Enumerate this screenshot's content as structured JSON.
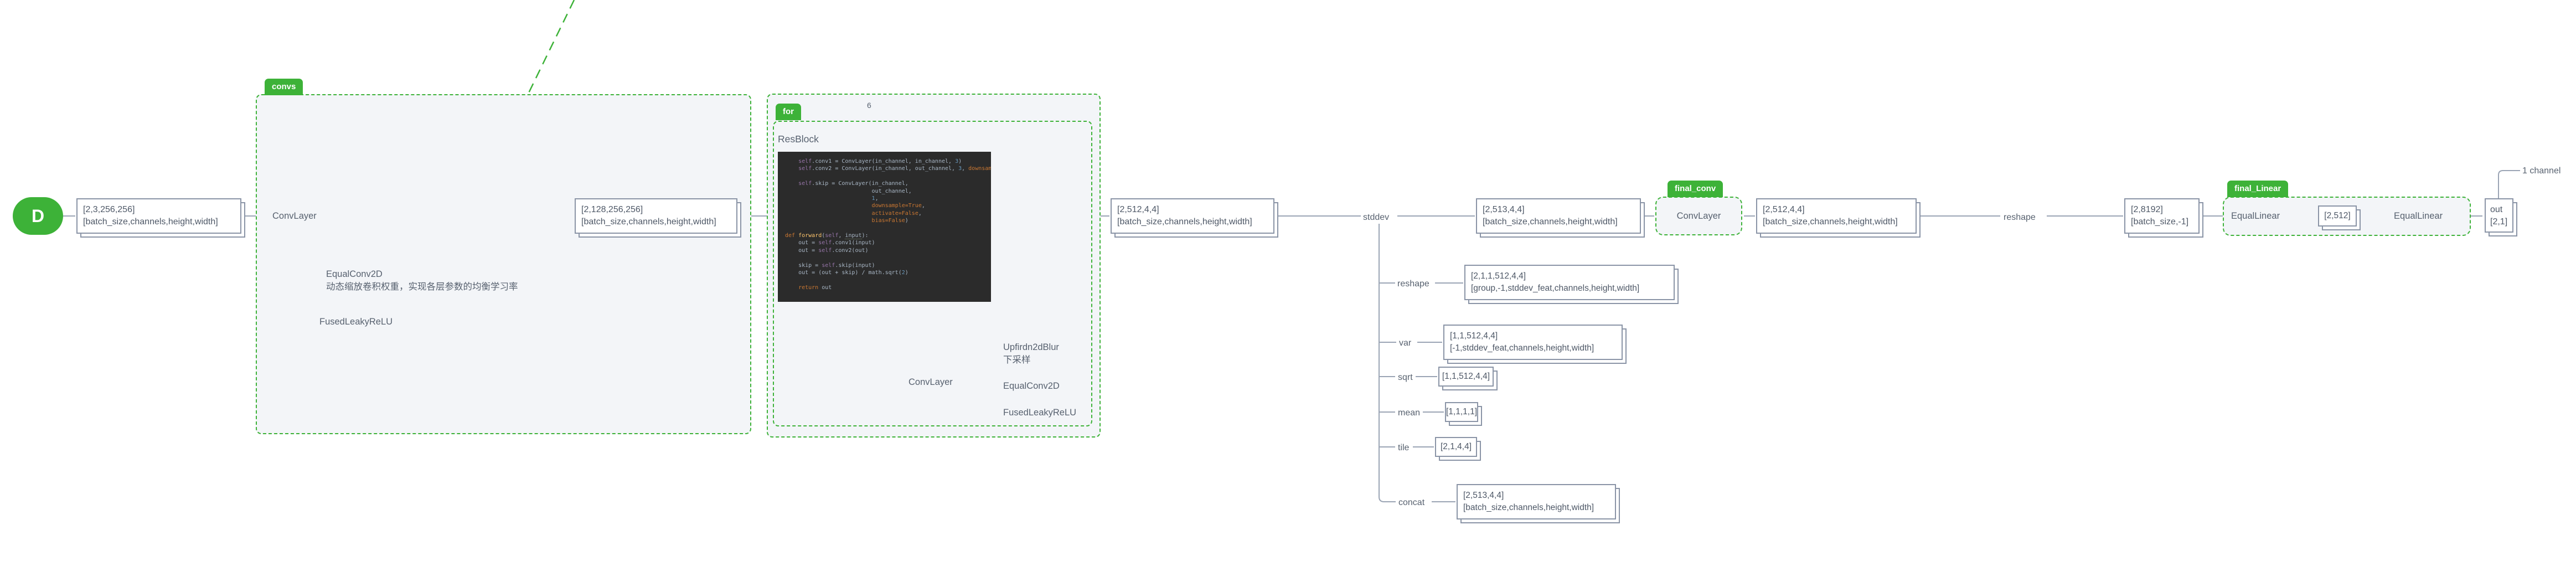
{
  "root": {
    "label": "D"
  },
  "shapes": {
    "input": {
      "dims": "[2,3,256,256]",
      "desc": "[batch_size,channels,height,width]"
    },
    "convs_out": {
      "dims": "[2,128,256,256]",
      "desc": "[batch_size,channels,height,width]"
    },
    "resblock_out": {
      "dims": "[2,512,4,4]",
      "desc": "[batch_size,channels,height,width]"
    },
    "stddev_out": {
      "dims": "[2,513,4,4]",
      "desc": "[batch_size,channels,height,width]"
    },
    "final_conv_out": {
      "dims": "[2,512,4,4]",
      "desc": "[batch_size,channels,height,width]"
    },
    "flatten_out": {
      "dims": "[2,8192]",
      "desc": "[batch_size,-1]"
    },
    "linear_mid": {
      "dims": "[2,512]"
    },
    "out": {
      "title": "out",
      "dims": "[2,1]"
    }
  },
  "groups": {
    "convs": {
      "tag": "convs",
      "conv_layer": "ConvLayer",
      "equal_conv": "EqualConv2D",
      "equal_conv_note": "动态缩放卷积权重，实现各层参数的均衡学习率",
      "fused": "FusedLeakyReLU"
    },
    "for": {
      "tag": "for",
      "loop_count": "6",
      "block_title": "ResBlock",
      "conv_layer": "ConvLayer",
      "blur": "Upfirdn2dBlur",
      "blur_note": "下采样",
      "equal_conv": "EqualConv2D",
      "fused": "FusedLeakyReLU"
    },
    "final_conv": {
      "tag": "final_conv",
      "conv_layer": "ConvLayer"
    },
    "final_linear": {
      "tag": "final_Linear",
      "linear1": "EqualLinear",
      "linear2": "EqualLinear"
    }
  },
  "ops": {
    "stddev": "stddev",
    "reshape": "reshape",
    "out_note": "1 channel",
    "branches": [
      {
        "label": "reshape",
        "dims": "[2,1,1,512,4,4]",
        "desc": "[group,-1,stddev_feat,channels,height,width]"
      },
      {
        "label": "var",
        "dims": "[1,1,512,4,4]",
        "desc": "[-1,stddev_feat,channels,height,width]"
      },
      {
        "label": "sqrt",
        "dims": "[1,1,512,4,4]"
      },
      {
        "label": "mean",
        "dims": "[1,1,1,1]"
      },
      {
        "label": "tile",
        "dims": "[2,1,4,4]"
      },
      {
        "label": "concat",
        "dims": "[2,513,4,4]",
        "desc": "[batch_size,channels,height,width]"
      }
    ]
  },
  "code": {
    "lines": [
      [
        [
          "    self",
          "p"
        ],
        [
          ".conv1 = ConvLayer(in_channel, in_channel, ",
          "d"
        ],
        [
          "3",
          "n"
        ],
        [
          ")",
          "d"
        ]
      ],
      [
        [
          "    self",
          "p"
        ],
        [
          ".conv2 = ConvLayer(in_channel, out_channel, ",
          "d"
        ],
        [
          "3",
          "n"
        ],
        [
          ", ",
          "d"
        ],
        [
          "downsample=True",
          "o"
        ],
        [
          ")",
          "d"
        ]
      ],
      [],
      [
        [
          "    self",
          "p"
        ],
        [
          ".skip = ConvLayer(in_channel,",
          "d"
        ]
      ],
      [
        [
          "                          out_channel,",
          "d"
        ]
      ],
      [
        [
          "                          ",
          "d"
        ],
        [
          "1",
          "n"
        ],
        [
          ",",
          "d"
        ]
      ],
      [
        [
          "                          ",
          "d"
        ],
        [
          "downsample=True",
          "o"
        ],
        [
          ",",
          "d"
        ]
      ],
      [
        [
          "                          ",
          "d"
        ],
        [
          "activate=False",
          "o"
        ],
        [
          ",",
          "d"
        ]
      ],
      [
        [
          "                          ",
          "d"
        ],
        [
          "bias=False",
          "o"
        ],
        [
          ")",
          "d"
        ]
      ],
      [],
      [
        [
          "def ",
          "o"
        ],
        [
          "forward",
          "y"
        ],
        [
          "(",
          "d"
        ],
        [
          "self",
          "p"
        ],
        [
          ", ",
          "d"
        ],
        [
          "input",
          "u"
        ],
        [
          "):",
          "d"
        ]
      ],
      [
        [
          "    out = ",
          "d"
        ],
        [
          "self",
          "p"
        ],
        [
          ".conv1(input)",
          "d"
        ]
      ],
      [
        [
          "    out = ",
          "d"
        ],
        [
          "self",
          "p"
        ],
        [
          ".conv2(out)",
          "d"
        ]
      ],
      [],
      [
        [
          "    skip = ",
          "d"
        ],
        [
          "self",
          "p"
        ],
        [
          ".skip(input)",
          "d"
        ]
      ],
      [
        [
          "    out = (out + skip) / math.sqrt(",
          "d"
        ],
        [
          "2",
          "n"
        ],
        [
          ")",
          "d"
        ]
      ],
      [],
      [
        [
          "    return",
          "o"
        ],
        [
          " out",
          "d"
        ]
      ]
    ]
  }
}
